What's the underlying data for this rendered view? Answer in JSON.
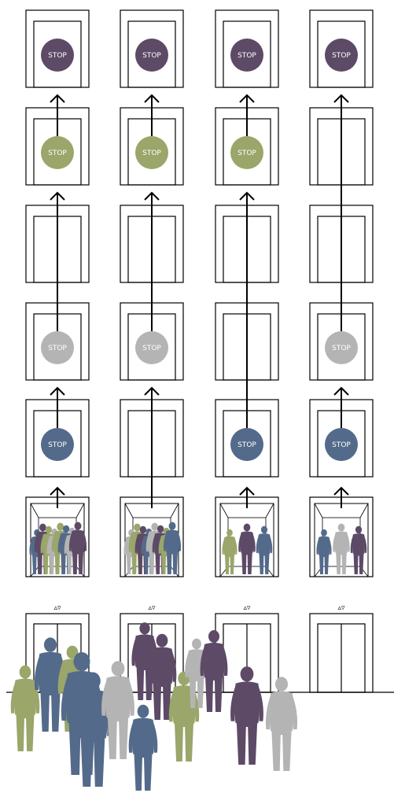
{
  "colors": {
    "purple": "#5d4a67",
    "green": "#9aa66a",
    "grey": "#b4b4b4",
    "blue": "#546a8a",
    "line": "#000000",
    "background": "#ffffff"
  },
  "stop_label": "STOP",
  "call_button_label": "▵▿",
  "shafts": [
    {
      "id": "shaft-1",
      "stops": [
        {
          "floor": 6,
          "color": "purple"
        },
        {
          "floor": 5,
          "color": "green"
        },
        {
          "floor": 3,
          "color": "grey"
        },
        {
          "floor": 2,
          "color": "blue"
        }
      ],
      "passenger_colors": [
        "blue",
        "purple",
        "green",
        "grey",
        "green",
        "blue",
        "grey",
        "purple"
      ]
    },
    {
      "id": "shaft-2",
      "stops": [
        {
          "floor": 6,
          "color": "purple"
        },
        {
          "floor": 5,
          "color": "green"
        },
        {
          "floor": 3,
          "color": "grey"
        }
      ],
      "passenger_colors": [
        "grey",
        "green",
        "purple",
        "blue",
        "grey",
        "purple",
        "green",
        "blue"
      ]
    },
    {
      "id": "shaft-3",
      "stops": [
        {
          "floor": 6,
          "color": "purple"
        },
        {
          "floor": 5,
          "color": "green"
        },
        {
          "floor": 2,
          "color": "blue"
        }
      ],
      "passenger_colors": [
        "green",
        "purple",
        "blue"
      ]
    },
    {
      "id": "shaft-4",
      "stops": [
        {
          "floor": 6,
          "color": "purple"
        },
        {
          "floor": 3,
          "color": "grey"
        },
        {
          "floor": 2,
          "color": "blue"
        }
      ],
      "passenger_colors": [
        "blue",
        "grey",
        "purple"
      ]
    }
  ],
  "lobby_crowd": [
    "green",
    "blue",
    "green",
    "blue",
    "blue",
    "grey",
    "purple",
    "purple",
    "blue",
    "green",
    "grey",
    "purple",
    "purple",
    "grey"
  ]
}
